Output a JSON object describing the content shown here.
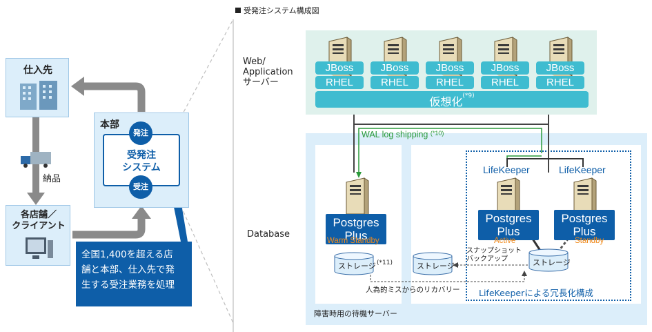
{
  "header": {
    "title": "受発注システム構成図"
  },
  "left": {
    "supplier": "仕入先",
    "delivery": "納品",
    "stores": "各店舗／\nクライアント",
    "hq": "本部",
    "order": "発注",
    "system_line1": "受発注",
    "system_line2": "システム",
    "receive": "受注",
    "callout": "全国1,400を超える店\n舗と本部、仕入先で発\n生する受注業務を処理"
  },
  "web_tier": {
    "label": "Web/\nApplication\nサーバー",
    "servers": [
      {
        "app": "JBoss",
        "os": "RHEL"
      },
      {
        "app": "JBoss",
        "os": "RHEL"
      },
      {
        "app": "JBoss",
        "os": "RHEL"
      },
      {
        "app": "JBoss",
        "os": "RHEL"
      },
      {
        "app": "JBoss",
        "os": "RHEL"
      }
    ],
    "virtualization": "仮想化",
    "virtualization_note": "(*9)"
  },
  "db_tier": {
    "label": "Database",
    "wal": "WAL log shipping",
    "wal_note": "(*10)",
    "standby_pg_line1": "Postgres",
    "standby_pg_line2": "Plus",
    "warm_standby": "Warm Standby",
    "storage_label": "ストレージ",
    "storage_note": "(*11)",
    "backup_storage": "ストレージ",
    "snapshot_line1": "スナップショット",
    "snapshot_line2": "バックアップ",
    "recovery": "人為的ミスからのリカバリー",
    "lifekeeper_a": "LifeKeeper",
    "lifekeeper_b": "LifeKeeper",
    "active_pg_line1": "Postgres",
    "active_pg_line2": "Plus",
    "active": "Active",
    "standby_pg2_line1": "Postgres",
    "standby_pg2_line2": "Plus",
    "standby": "Standby",
    "shared_storage": "ストレージ",
    "redundancy": "LifeKeeperによる冗長化構成",
    "standby_server_caption": "障害時用の待機サーバー"
  },
  "colors": {
    "navy": "#0e5ea8",
    "cyan": "#3fbcd0",
    "mint_bg": "#dff1ec",
    "light_blue_bg": "#dceefa",
    "wal_green": "#2a9a3a",
    "orange": "#f08a1c",
    "gray_arrow": "#8a8a8a"
  }
}
